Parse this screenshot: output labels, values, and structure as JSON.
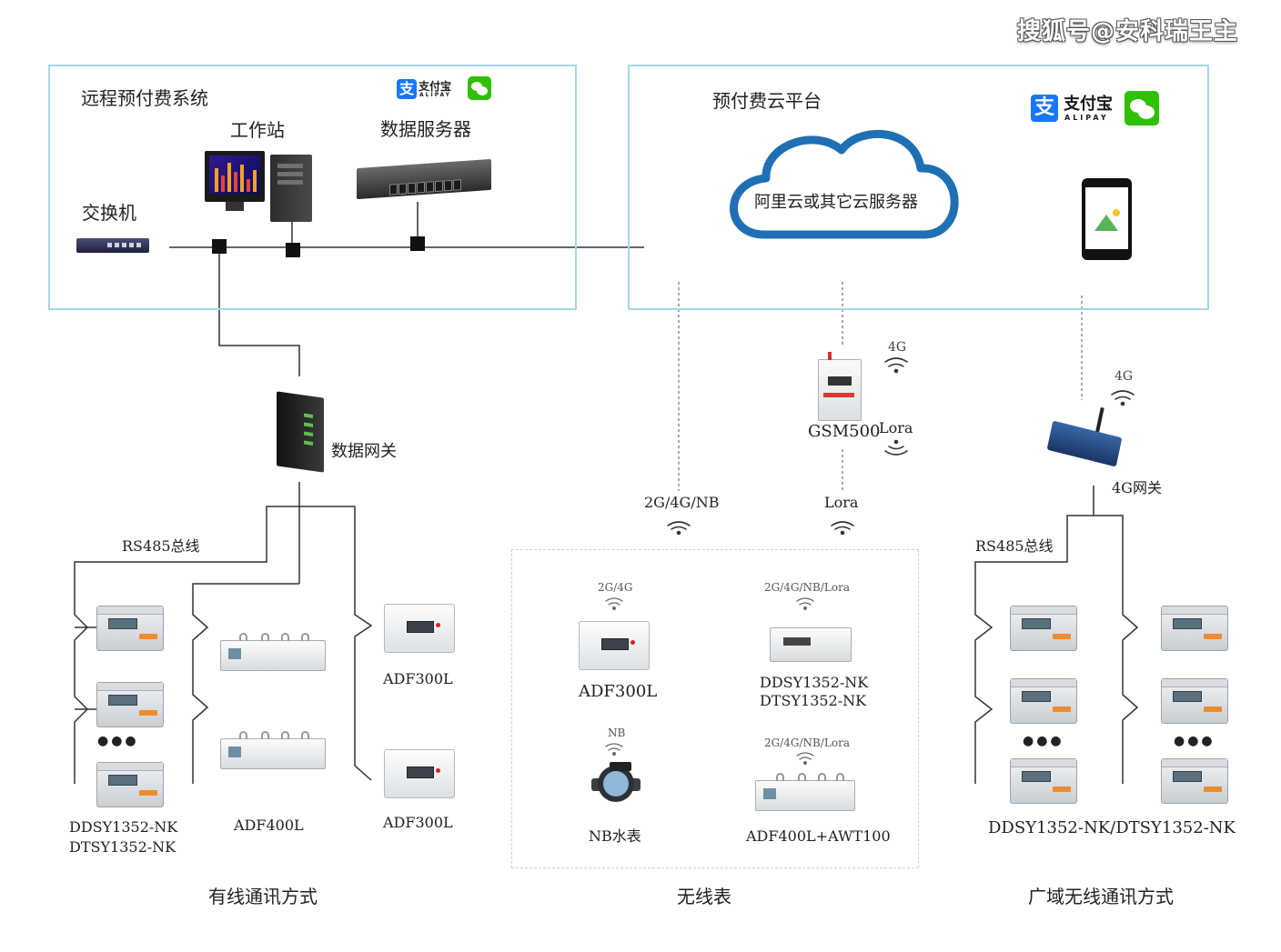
{
  "watermark": "搜狐号@安科瑞王主",
  "left_panel": {
    "title": "远程预付费系统",
    "workstation_label": "工作站",
    "server_label": "数据服务器",
    "switch_label": "交换机",
    "alipay_text": "支付宝",
    "alipay_sub": "ALIPAY"
  },
  "right_panel": {
    "title": "预付费云平台",
    "cloud_label": "阿里云或其它云服务器",
    "alipay_text": "支付宝",
    "alipay_sub": "ALIPAY"
  },
  "wired": {
    "gateway_label": "数据网关",
    "bus_label": "RS485总线",
    "meter_label_1": "DDSY1352-NK",
    "meter_label_2": "DTSY1352-NK",
    "adf400l_label": "ADF400L",
    "adf300l_label_top": "ADF300L",
    "adf300l_label_bottom": "ADF300L",
    "ellipsis": "●●●",
    "section_title": "有线通讯方式"
  },
  "wireless": {
    "link_left_label": "2G/4G/NB",
    "link_right_label": "Lora",
    "gsm_label": "GSM500",
    "gsm_4g": "4G",
    "gsm_lora": "Lora",
    "adf300l_net": "2G/4G",
    "adf300l_label": "ADF300L",
    "ddsy_net": "2G/4G/NB/Lora",
    "ddsy_label_1": "DDSY1352-NK",
    "ddsy_label_2": "DTSY1352-NK",
    "water_net": "NB",
    "water_label": "NB水表",
    "adf400l_net": "2G/4G/NB/Lora",
    "adf400l_label": "ADF400L+AWT100",
    "section_title": "无线表"
  },
  "wan": {
    "router_4g": "4G",
    "router_label": "4G网关",
    "bus_label": "RS485总线",
    "meter_label": "DDSY1352-NK/DTSY1352-NK",
    "ellipsis_left": "●●●",
    "ellipsis_right": "●●●",
    "section_title": "广域无线通讯方式"
  },
  "colors": {
    "panel_border": "#a6d6e8",
    "cloud_blue": "#1f6fb5",
    "alipay_blue": "#1677ff",
    "wechat_green": "#2dc100",
    "meter_button": "#f08a2d"
  }
}
